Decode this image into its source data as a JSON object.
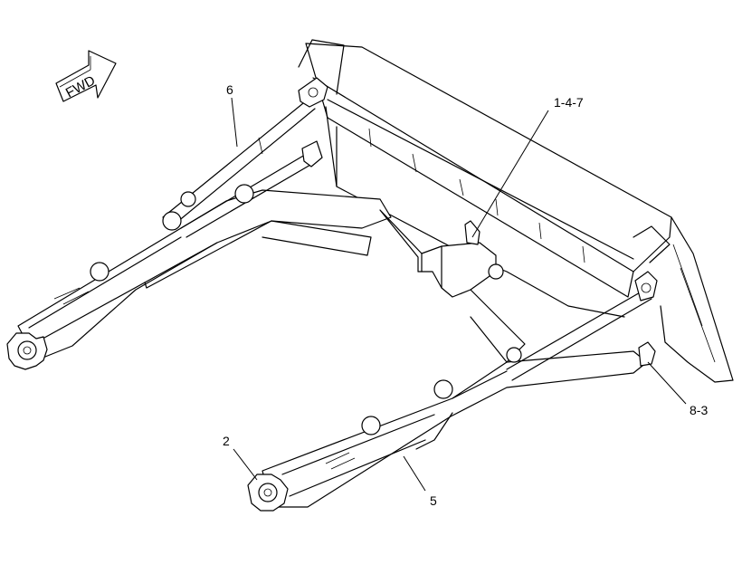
{
  "fwd_indicator": {
    "label": "FWD"
  },
  "callouts": {
    "c1": "1-4-7",
    "c2": "2",
    "c3": "5",
    "c4": "6",
    "c5": "8-3"
  }
}
